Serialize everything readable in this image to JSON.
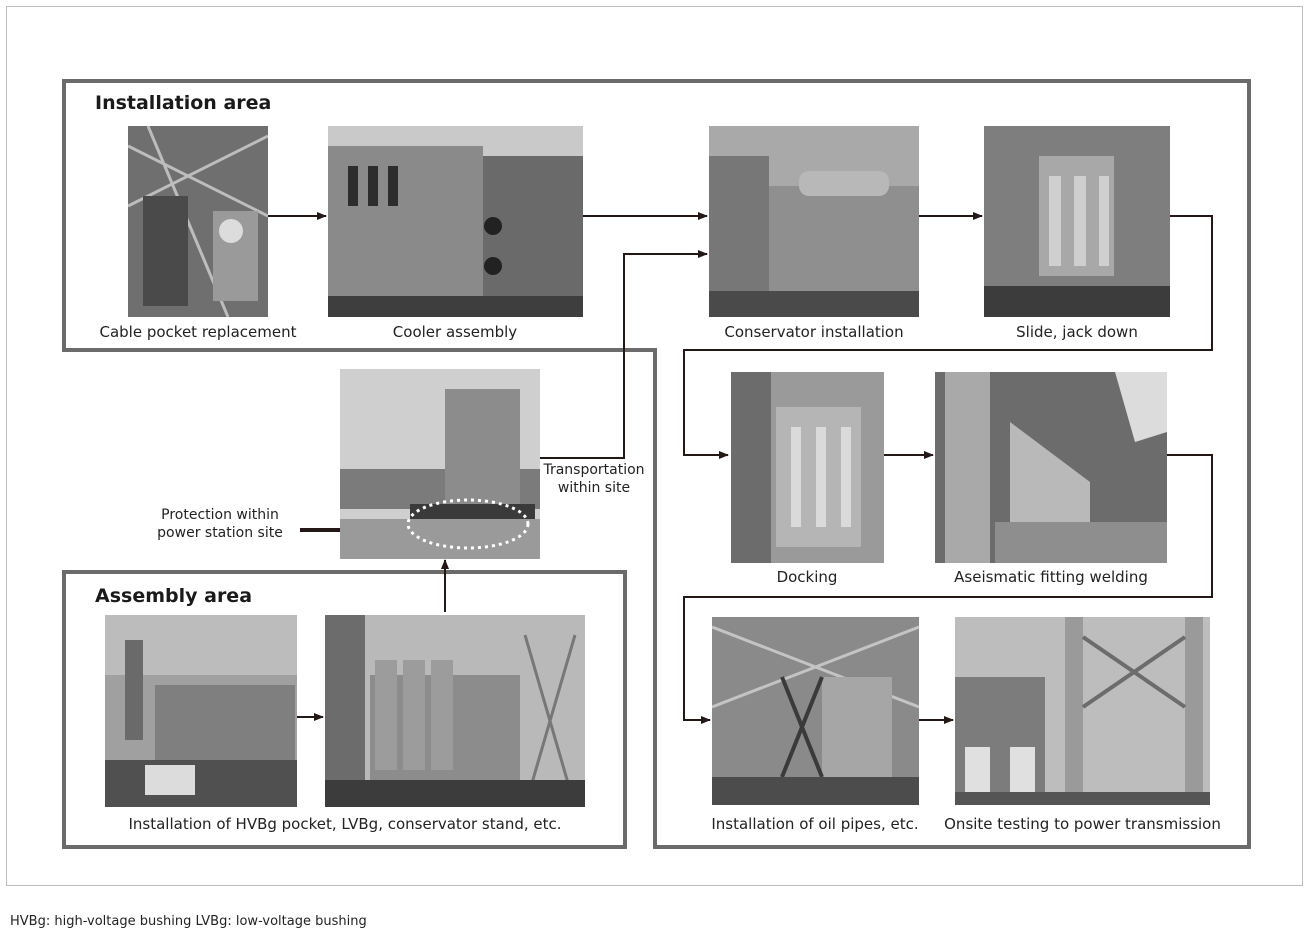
{
  "installation_area": {
    "title": "Installation area"
  },
  "assembly_area": {
    "title": "Assembly area"
  },
  "steps": {
    "cable_pocket": {
      "caption": "Cable pocket replacement"
    },
    "cooler": {
      "caption": "Cooler assembly"
    },
    "conservator": {
      "caption": "Conservator installation"
    },
    "slide": {
      "caption": "Slide, jack down"
    },
    "docking": {
      "caption": "Docking"
    },
    "aseismatic": {
      "caption": "Aseismatic fitting welding"
    },
    "oil_pipes": {
      "caption": "Installation of oil pipes, etc."
    },
    "onsite_testing": {
      "caption": "Onsite testing to power transmission"
    },
    "hvbg": {
      "caption": "Installation of HVBg pocket, LVBg, conservator stand, etc."
    }
  },
  "annotations": {
    "transportation": "Transportation within site",
    "protection": "Protection within power station site"
  },
  "footnote": "HVBg: high-voltage bushing   LVBg: low-voltage bushing",
  "colors": {
    "area_border": "#6b6b6b",
    "arrow": "#231815",
    "photo": "#8d8d8d"
  }
}
